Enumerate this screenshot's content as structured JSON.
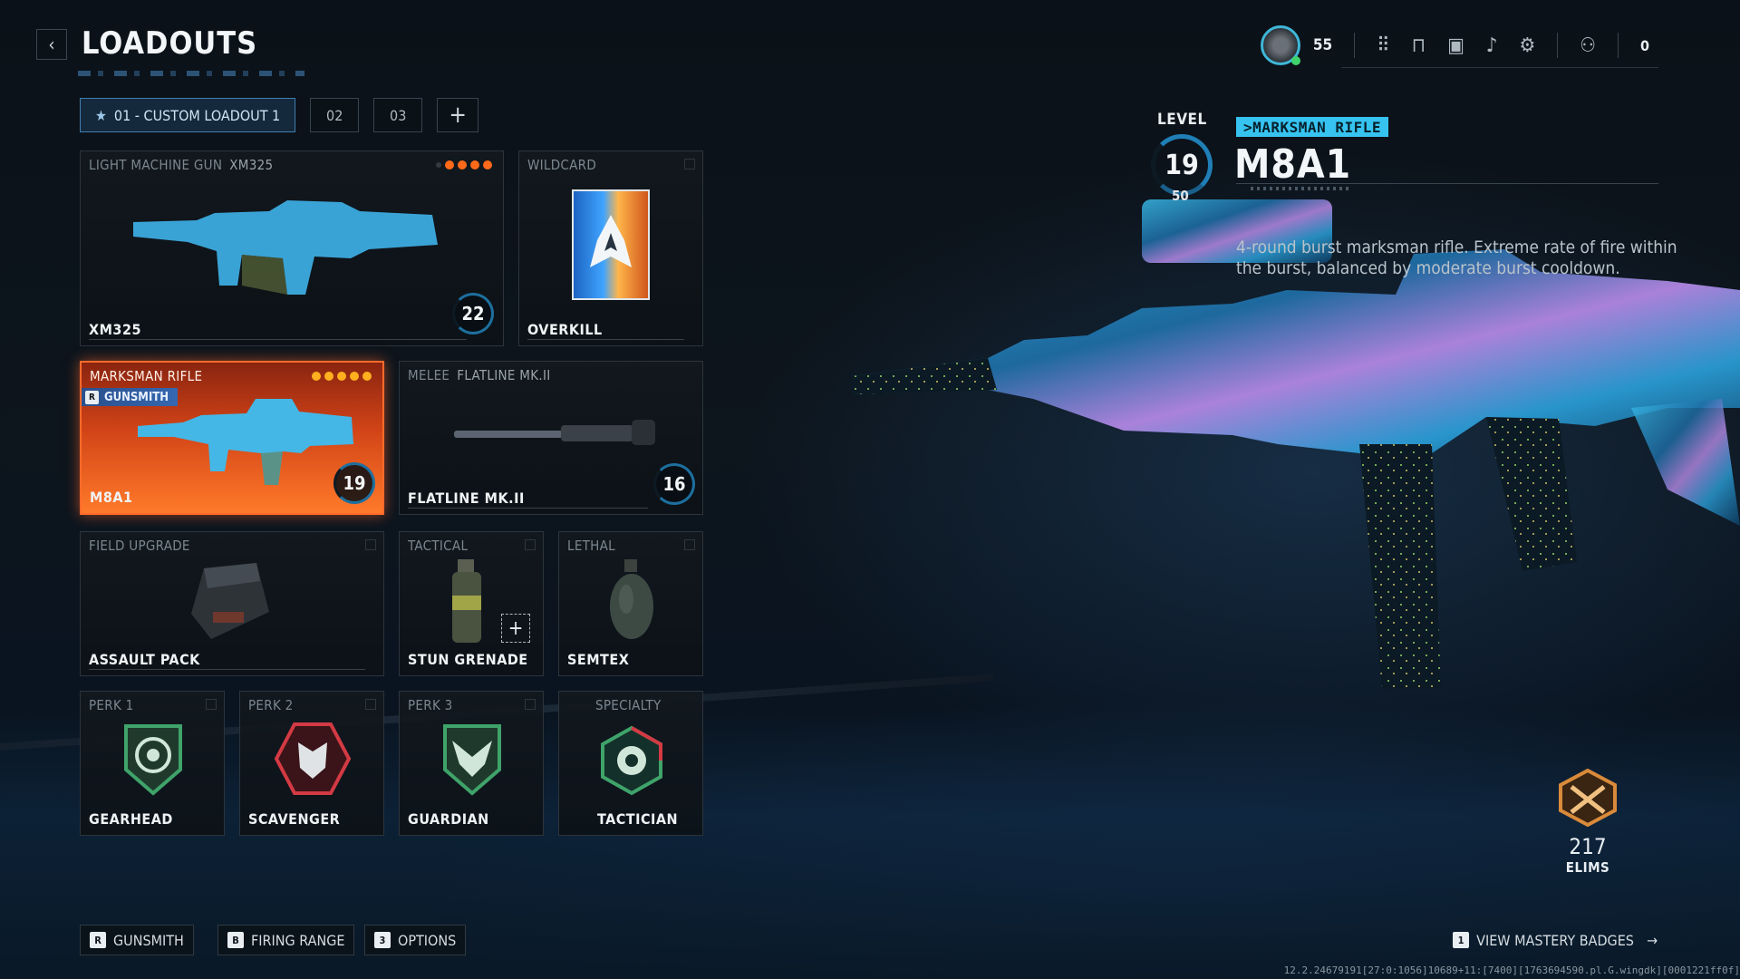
{
  "header": {
    "back_icon": "chevron-left-icon",
    "title": "LOADOUTS"
  },
  "tabs": [
    {
      "label": "01 - CUSTOM LOADOUT 1",
      "icon": "star-icon",
      "active": true
    },
    {
      "label": "02"
    },
    {
      "label": "03"
    },
    {
      "label": "+"
    }
  ],
  "slots": {
    "primary": {
      "category": "LIGHT MACHINE GUN",
      "subname": "XM325",
      "name": "XM325",
      "level": "22",
      "attachment_dots": 4
    },
    "wildcard": {
      "category": "WILDCARD",
      "name": "OVERKILL"
    },
    "secondary": {
      "category": "MARKSMAN RIFLE",
      "badge": "GUNSMITH",
      "badge_key": "R",
      "name": "M8A1",
      "level": "19",
      "attachment_dots": 5
    },
    "melee": {
      "category": "MELEE",
      "subname": "FLATLINE MK.II",
      "name": "FLATLINE MK.II",
      "level": "16"
    },
    "field_upgrade": {
      "category": "FIELD UPGRADE",
      "name": "ASSAULT PACK"
    },
    "tactical": {
      "category": "TACTICAL",
      "name": "STUN GRENADE",
      "extra": "+"
    },
    "lethal": {
      "category": "LETHAL",
      "name": "SEMTEX"
    },
    "perk1": {
      "category": "PERK 1",
      "name": "GEARHEAD"
    },
    "perk2": {
      "category": "PERK 2",
      "name": "SCAVENGER"
    },
    "perk3": {
      "category": "PERK 3",
      "name": "GUARDIAN"
    },
    "specialty": {
      "category": "SPECIALTY",
      "name": "TACTICIAN"
    }
  },
  "topbar": {
    "player_level": "55",
    "currency": "0"
  },
  "weapon": {
    "level_label": "LEVEL",
    "level": "19",
    "level_max": "50",
    "class": ">MARKSMAN RIFLE",
    "name": "M8A1",
    "description": "4-round burst marksman rifle. Extreme rate of fire within the burst, balanced by moderate burst cooldown."
  },
  "mastery": {
    "count": "217",
    "label": "ELIMS"
  },
  "footer": {
    "buttons": [
      {
        "key": "R",
        "label": "GUNSMITH"
      },
      {
        "key": "B",
        "label": "FIRING RANGE"
      },
      {
        "key": "3",
        "label": "OPTIONS"
      }
    ],
    "mastery_key": "1",
    "mastery_label": "VIEW MASTERY BADGES"
  },
  "build_string": "12.2.24679191[27:0:1056]10689+11:[7400][1763694590.pl.G.wingdk][0001221ff0f]",
  "colors": {
    "accent_blue": "#36c3f0",
    "selected_orange": "#ff6a1a",
    "attachment_dot": "#ff6a1a"
  }
}
